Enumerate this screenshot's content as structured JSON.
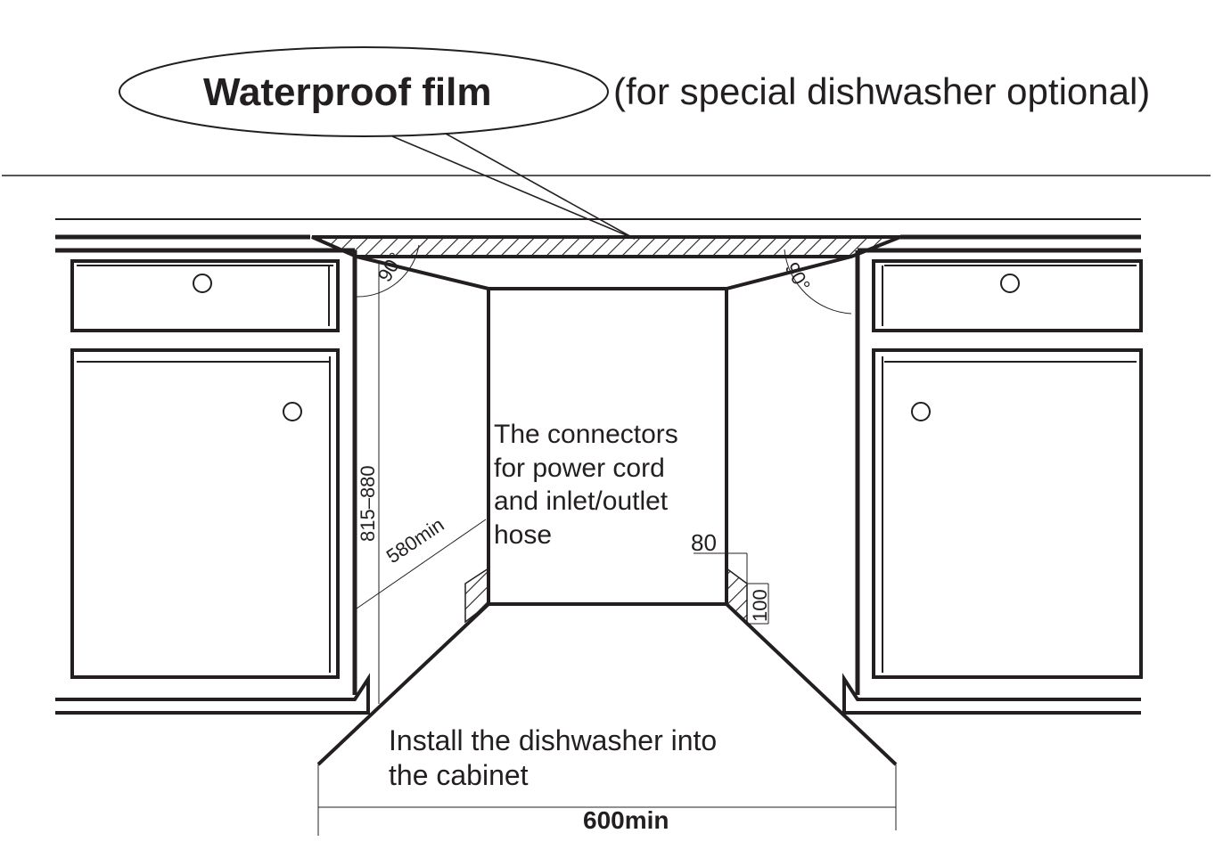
{
  "callout": {
    "label": "Waterproof film",
    "note": "(for special dishwasher optional)"
  },
  "angles": {
    "left": "90°",
    "right": "90°"
  },
  "dimensions": {
    "height": "815–880",
    "depth": "580min",
    "connector_width": "80",
    "connector_height": "100",
    "width": "600min"
  },
  "labels": {
    "connectors_lines": [
      "The connectors",
      "for power cord",
      "and inlet/outlet",
      "hose"
    ],
    "install_lines": [
      "Install the dishwasher into",
      "the cabinet"
    ]
  },
  "colors": {
    "ink": "#231f20",
    "background": "#ffffff"
  }
}
